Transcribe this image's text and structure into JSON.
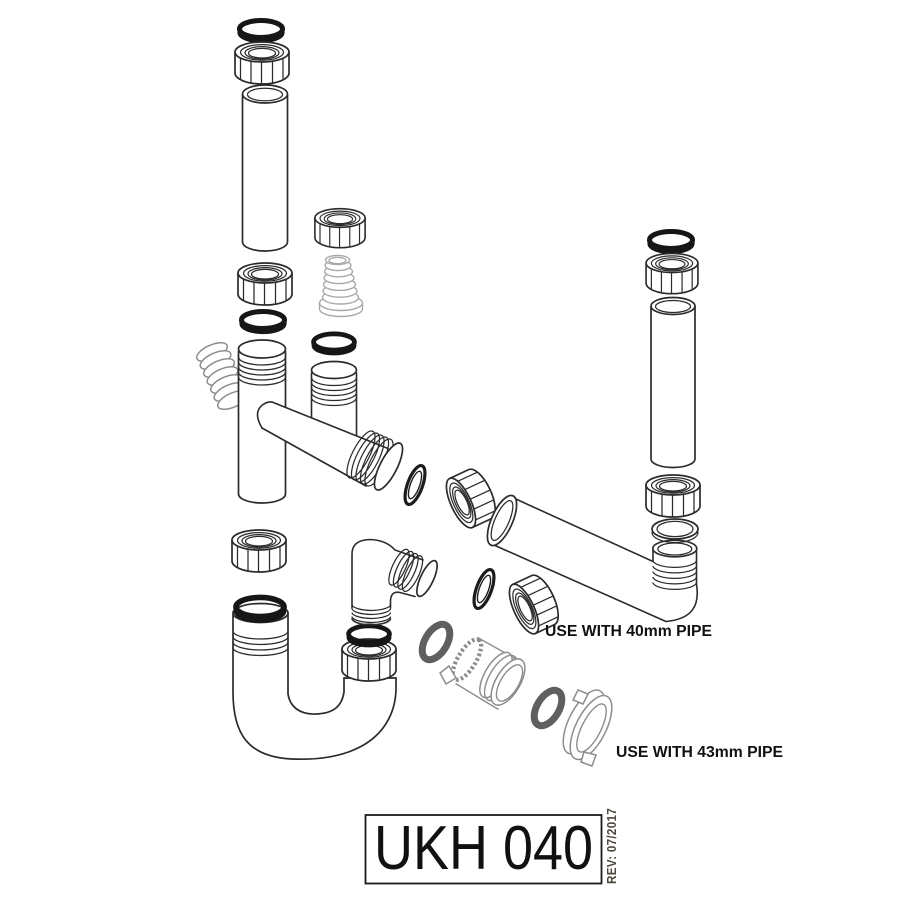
{
  "diagram": {
    "annotation_40mm": "USE WITH 40mm PIPE",
    "annotation_43mm": "USE WITH 43mm PIPE",
    "product_code": "UKH 040",
    "revision": "REV: 07/2017"
  },
  "colors": {
    "background": "#ffffff",
    "line_art": "#2b2b2b",
    "seal_black": "#161616",
    "seal_gray": "#5f5f5f",
    "alt_parts_gray": "#8d8d8d",
    "reducer_gray": "#a9a9a9",
    "revision_text": "#4d483e"
  },
  "components": [
    "compression-seal-ring",
    "compression-nut",
    "inlet-tailpipe",
    "twin-inlet-tee-body",
    "corrugated-overflow-hose",
    "taper-reducer",
    "swept-outlet-pipe",
    "riser-pipe",
    "flat-washer",
    "outlet-elbow",
    "p-trap-u-bend",
    "43mm-seal-ring",
    "43mm-knurled-adapter",
    "43mm-clamp-collar"
  ]
}
